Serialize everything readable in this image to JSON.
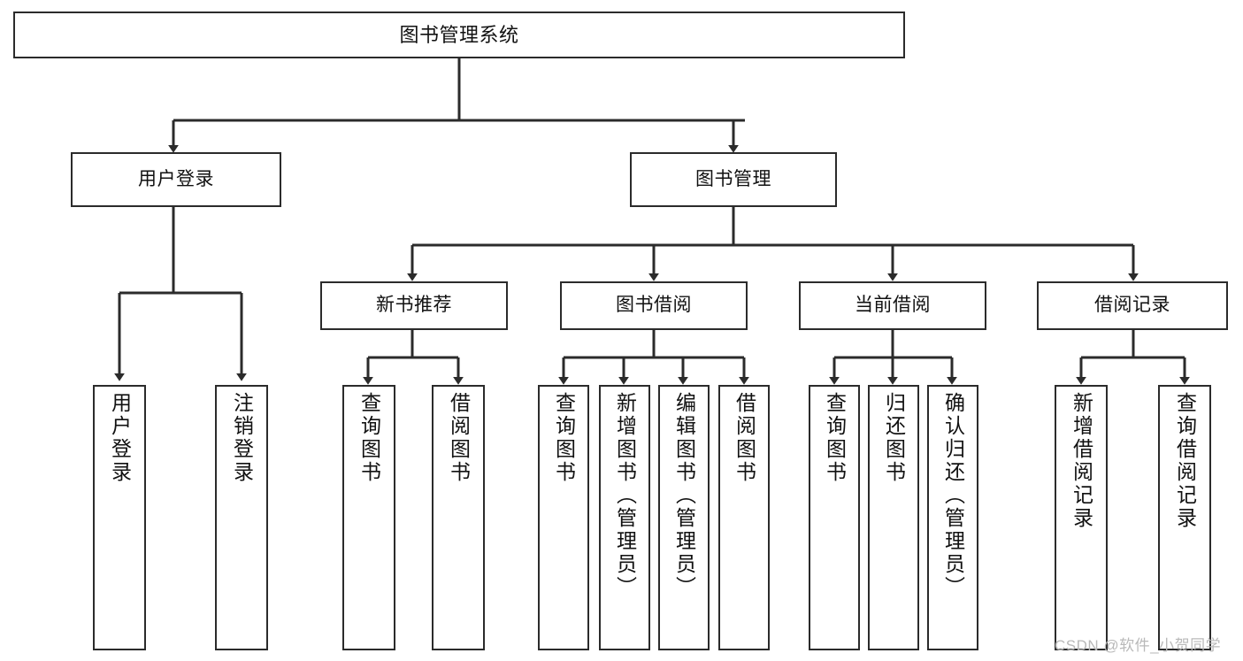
{
  "diagram": {
    "title": "图书管理系统",
    "type": "tree-flowchart",
    "background_color": "#ffffff",
    "line_color": "#2b2b2b",
    "text_color": "#111111",
    "nodes": {
      "root": {
        "label": "图书管理系统"
      },
      "level2": [
        {
          "label": "用户登录"
        },
        {
          "label": "图书管理"
        }
      ],
      "level3": [
        {
          "label": "新书推荐"
        },
        {
          "label": "图书借阅"
        },
        {
          "label": "当前借阅"
        },
        {
          "label": "借阅记录"
        }
      ],
      "leaves": {
        "user_login": [
          {
            "label": "用户登录"
          },
          {
            "label": "注销登录"
          }
        ],
        "new_book_recommend": [
          {
            "label": "查询图书"
          },
          {
            "label": "借阅图书"
          }
        ],
        "book_borrow": [
          {
            "label": "查询图书"
          },
          {
            "label": "新增图书（管理员）"
          },
          {
            "label": "编辑图书（管理员）"
          },
          {
            "label": "借阅图书"
          }
        ],
        "current_borrow": [
          {
            "label": "查询图书"
          },
          {
            "label": "归还图书"
          },
          {
            "label": "确认归还（管理员）"
          }
        ],
        "borrow_record": [
          {
            "label": "新增借阅记录"
          },
          {
            "label": "查询借阅记录"
          }
        ]
      }
    }
  },
  "watermark": {
    "text": "CSDN @软件_小贺同学"
  }
}
